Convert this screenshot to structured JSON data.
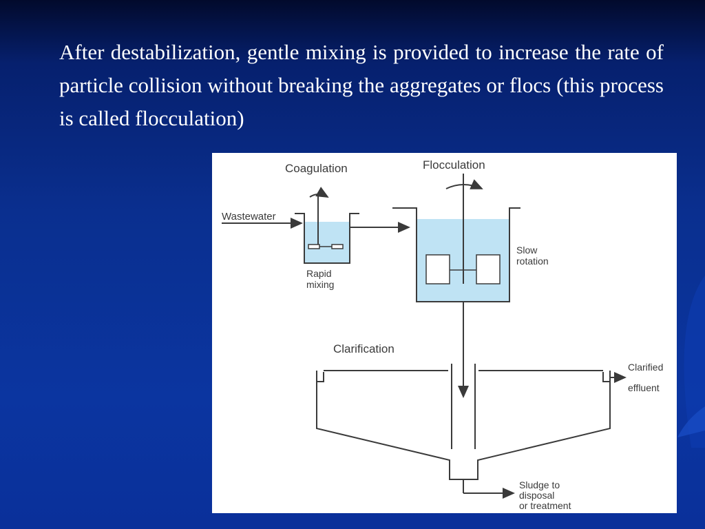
{
  "slide": {
    "bullet": "After destabilization, gentle mixing is provided to increase the rate of particle collision without breaking the aggregates or flocs (this process is called flocculation)"
  },
  "diagram": {
    "coagulation": "Coagulation",
    "flocculation": "Flocculation",
    "wastewater": "Wastewater",
    "rapid_mixing": [
      "Rapid",
      "mixing"
    ],
    "slow_rotation": [
      "Slow",
      "rotation"
    ],
    "clarification": "Clarification",
    "clarified_effluent": [
      "Clarified",
      "effluent"
    ],
    "sludge": [
      "Sludge to",
      "disposal",
      "or treatment"
    ]
  },
  "colors": {
    "background": "#0a2f8f",
    "water": "#bfe3f4",
    "line": "#3a3a3a"
  }
}
